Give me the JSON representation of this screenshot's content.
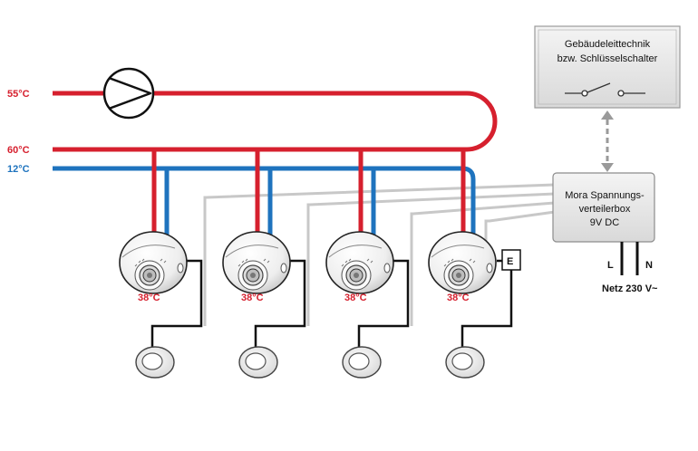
{
  "labels": {
    "temp_55": "55°C",
    "temp_60": "60°C",
    "temp_12": "12°C",
    "mixer_temp": "38°C",
    "e_label": "E",
    "building_line1": "Gebäudeleittechnik",
    "building_line2": "bzw. Schlüsselschalter",
    "voltbox_line1": "Mora Spannungs-",
    "voltbox_line2": "verteilerbox",
    "voltbox_line3": "9V DC",
    "l_label": "L",
    "n_label": "N",
    "mains": "Netz 230 V~"
  },
  "colors": {
    "hot": "#d6202e",
    "cold": "#1e73be",
    "cable": "#c8c8c8",
    "wire": "#111111",
    "box": "#e6e6e6"
  },
  "icons": {
    "pump": "pump-icon",
    "mixer": "shower-mixer-icon",
    "control": "control-knob-icon",
    "switch": "switch-icon"
  }
}
